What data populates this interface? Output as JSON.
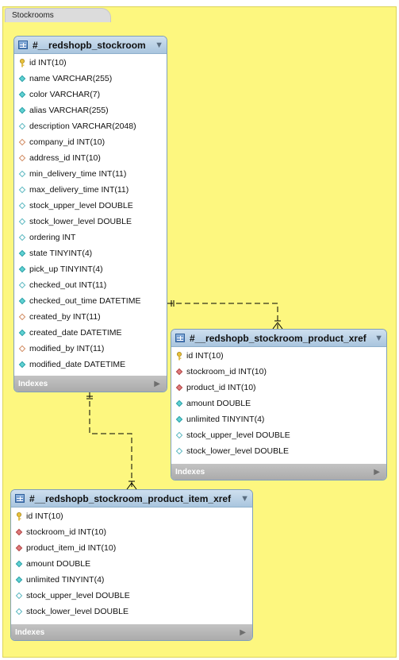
{
  "layer": {
    "name": "Stockrooms"
  },
  "tables": {
    "stockroom": {
      "title": "#__redshopb_stockroom",
      "columns": [
        {
          "text": "id INT(10)",
          "icon": "primary-key-icon"
        },
        {
          "text": "name VARCHAR(255)",
          "icon": "not-null-column-icon"
        },
        {
          "text": "color VARCHAR(7)",
          "icon": "not-null-column-icon"
        },
        {
          "text": "alias VARCHAR(255)",
          "icon": "not-null-column-icon"
        },
        {
          "text": "description VARCHAR(2048)",
          "icon": "nullable-column-icon"
        },
        {
          "text": "company_id INT(10)",
          "icon": "nullable-foreign-key-icon"
        },
        {
          "text": "address_id INT(10)",
          "icon": "nullable-foreign-key-icon"
        },
        {
          "text": "min_delivery_time INT(11)",
          "icon": "nullable-column-icon"
        },
        {
          "text": "max_delivery_time INT(11)",
          "icon": "nullable-column-icon"
        },
        {
          "text": "stock_upper_level DOUBLE",
          "icon": "nullable-column-icon"
        },
        {
          "text": "stock_lower_level DOUBLE",
          "icon": "nullable-column-icon"
        },
        {
          "text": "ordering INT",
          "icon": "nullable-column-icon"
        },
        {
          "text": "state TINYINT(4)",
          "icon": "not-null-column-icon"
        },
        {
          "text": "pick_up TINYINT(4)",
          "icon": "not-null-column-icon"
        },
        {
          "text": "checked_out INT(11)",
          "icon": "nullable-column-icon"
        },
        {
          "text": "checked_out_time DATETIME",
          "icon": "not-null-column-icon"
        },
        {
          "text": "created_by INT(11)",
          "icon": "nullable-foreign-key-icon"
        },
        {
          "text": "created_date DATETIME",
          "icon": "not-null-column-icon"
        },
        {
          "text": "modified_by INT(11)",
          "icon": "nullable-foreign-key-icon"
        },
        {
          "text": "modified_date DATETIME",
          "icon": "not-null-column-icon"
        }
      ],
      "indexes_label": "Indexes"
    },
    "product_xref": {
      "title": "#__redshopb_stockroom_product_xref",
      "columns": [
        {
          "text": "id INT(10)",
          "icon": "primary-key-icon"
        },
        {
          "text": "stockroom_id INT(10)",
          "icon": "foreign-key-icon"
        },
        {
          "text": "product_id INT(10)",
          "icon": "foreign-key-icon"
        },
        {
          "text": "amount DOUBLE",
          "icon": "not-null-column-icon"
        },
        {
          "text": "unlimited TINYINT(4)",
          "icon": "not-null-column-icon"
        },
        {
          "text": "stock_upper_level DOUBLE",
          "icon": "nullable-column-icon"
        },
        {
          "text": "stock_lower_level DOUBLE",
          "icon": "nullable-column-icon"
        }
      ],
      "indexes_label": "Indexes"
    },
    "product_item_xref": {
      "title": "#__redshopb_stockroom_product_item_xref",
      "columns": [
        {
          "text": "id INT(10)",
          "icon": "primary-key-icon"
        },
        {
          "text": "stockroom_id INT(10)",
          "icon": "foreign-key-icon"
        },
        {
          "text": "product_item_id INT(10)",
          "icon": "foreign-key-icon"
        },
        {
          "text": "amount DOUBLE",
          "icon": "not-null-column-icon"
        },
        {
          "text": "unlimited TINYINT(4)",
          "icon": "not-null-column-icon"
        },
        {
          "text": "stock_upper_level DOUBLE",
          "icon": "nullable-column-icon"
        },
        {
          "text": "stock_lower_level DOUBLE",
          "icon": "nullable-column-icon"
        }
      ],
      "indexes_label": "Indexes"
    }
  },
  "relationships": [
    {
      "from": "#__redshopb_stockroom",
      "to": "#__redshopb_stockroom_product_xref",
      "cardinality": "one-to-many",
      "line": "dashed"
    },
    {
      "from": "#__redshopb_stockroom",
      "to": "#__redshopb_stockroom_product_item_xref",
      "cardinality": "one-to-many",
      "line": "dashed"
    }
  ],
  "colors": {
    "canvas": "#fdf77f",
    "table_header": "#bcd3e8",
    "indexes_bar": "#b8b8b8"
  }
}
